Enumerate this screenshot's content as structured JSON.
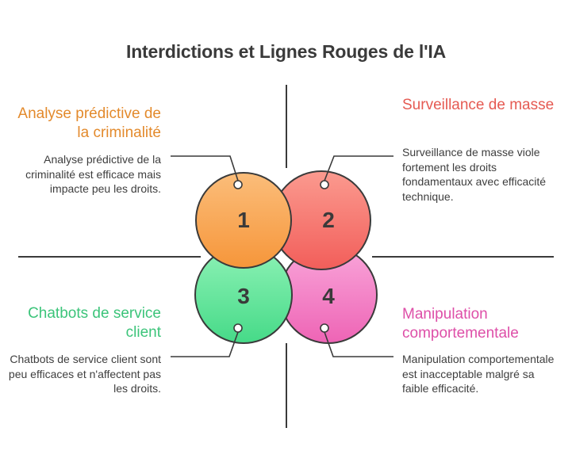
{
  "title": "Interdictions et Lignes Rouges de l'IA",
  "quadrants": [
    {
      "number": "1",
      "title": "Analyse prédictive de la criminalité",
      "description": "Analyse prédictive de la criminalité est efficace mais impacte peu les droits.",
      "color": "#f79b43"
    },
    {
      "number": "2",
      "title": "Surveillance de masse",
      "description": "Surveillance de masse viole fortement les droits fondamentaux avec efficacité technique.",
      "color": "#f26a63"
    },
    {
      "number": "3",
      "title": "Chatbots de service client",
      "description": "Chatbots de service client sont peu efficaces et n'affectent pas les droits.",
      "color": "#4fde8f"
    },
    {
      "number": "4",
      "title": "Manipulation comportementale",
      "description": "Manipulation comportementale est inacceptable malgré sa faible efficacité.",
      "color": "#f16fbd"
    }
  ]
}
